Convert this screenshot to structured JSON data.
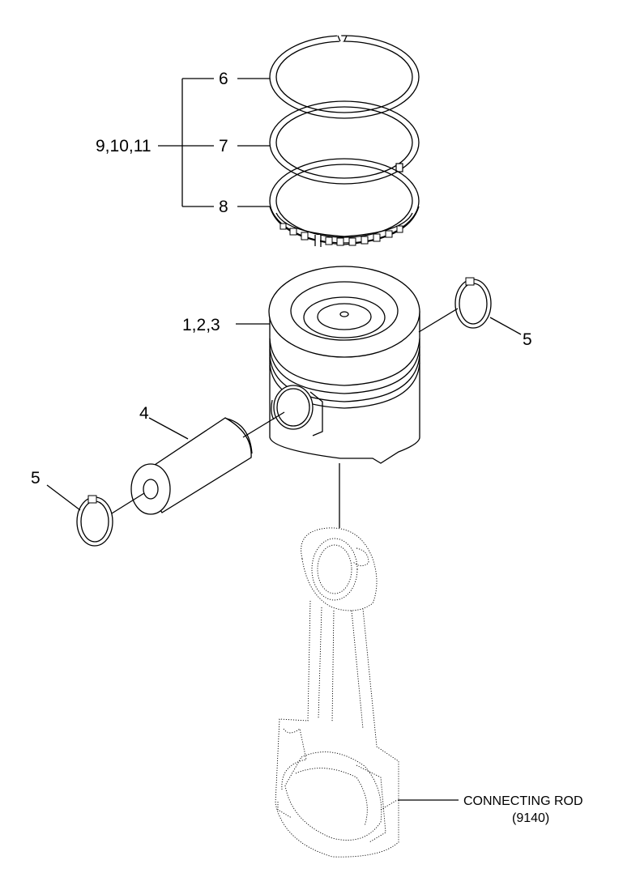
{
  "labels": {
    "ring_top": "6",
    "ring_second": "7",
    "ring_oil": "8",
    "ring_set": "9,10,11",
    "piston": "1,2,3",
    "pin": "4",
    "snap_ring_right": "5",
    "snap_ring_left": "5",
    "connecting_rod_name": "CONNECTING ROD",
    "connecting_rod_ref": "(9140)"
  }
}
